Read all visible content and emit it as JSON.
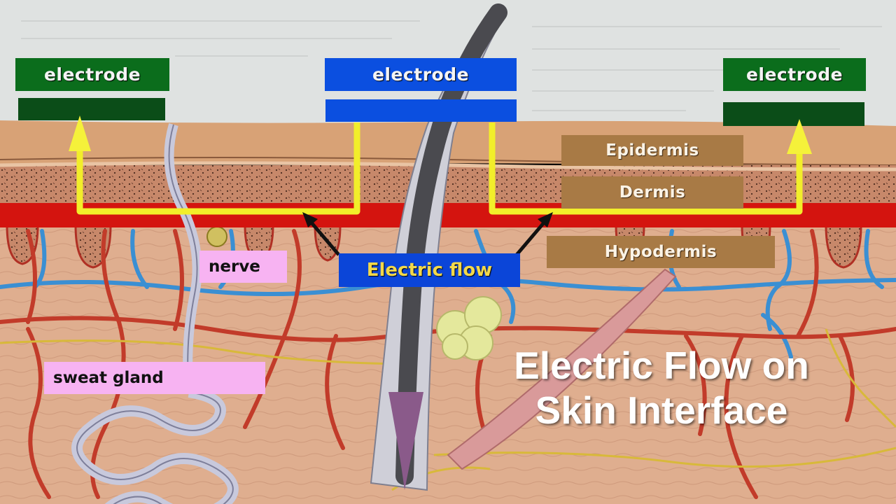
{
  "electrodes": {
    "left": "electrode",
    "center": "electrode",
    "right": "electrode"
  },
  "layers": {
    "epidermis": "Epidermis",
    "dermis": "Dermis",
    "hypodermis": "Hypodermis"
  },
  "structures": {
    "nerve": "nerve",
    "sweat_gland": "sweat gland"
  },
  "flow_label": "Electric flow",
  "title": {
    "line1": "Electric Flow on",
    "line2": "Skin Interface"
  },
  "colors": {
    "electrode_green": "#0b6d1c",
    "electrode_blue": "#0b4fe0",
    "current_path": "#f2ee2a",
    "red_band": "#d4140f"
  }
}
